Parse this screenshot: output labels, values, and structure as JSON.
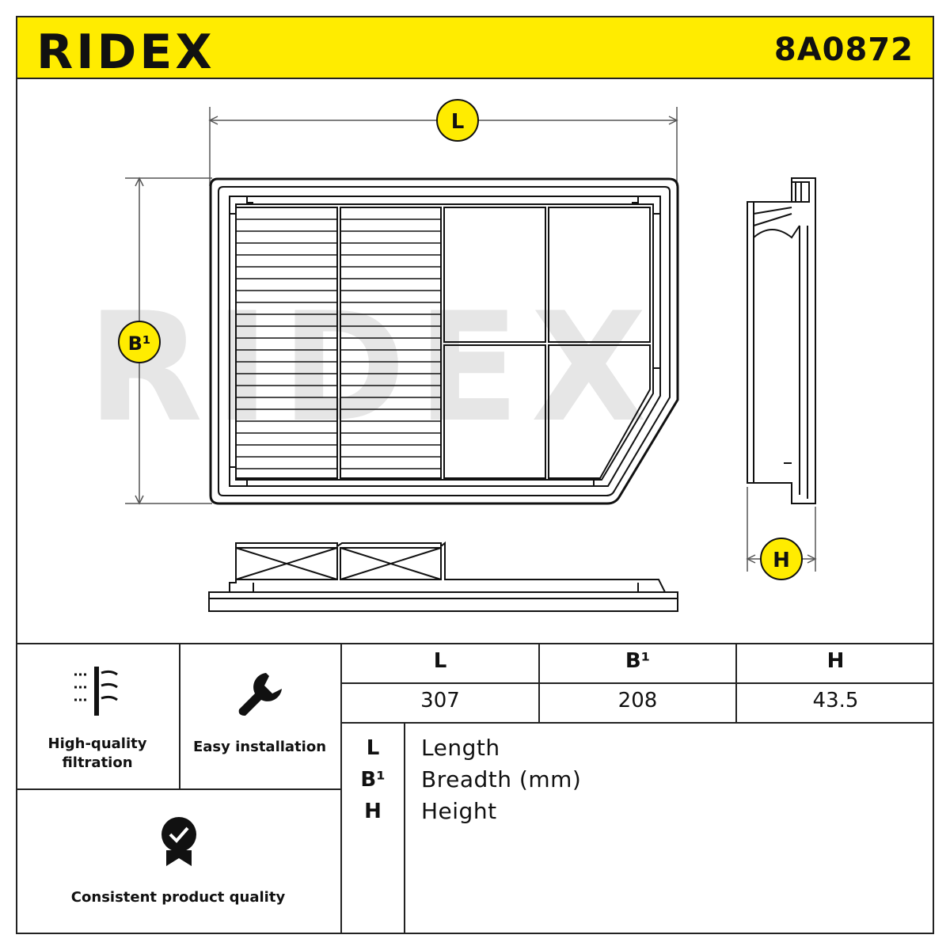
{
  "header": {
    "brand": "RIDEX",
    "part_number": "8A0872",
    "accent_color": "#ffec00"
  },
  "drawing": {
    "dim_labels": {
      "length": "L",
      "breadth": "B¹",
      "height": "H"
    },
    "watermark": "RIDEX"
  },
  "features": [
    {
      "icon": "filtration-icon",
      "label": "High-quality filtration"
    },
    {
      "icon": "wrench-icon",
      "label": "Easy installation"
    },
    {
      "icon": "quality-badge-icon",
      "label": "Consistent product quality"
    }
  ],
  "dimensions_table": {
    "headers": [
      "L",
      "B¹",
      "H"
    ],
    "values": [
      "307",
      "208",
      "43.5"
    ]
  },
  "legend": [
    {
      "key": "L",
      "text": "Length"
    },
    {
      "key": "B¹",
      "text": "Breadth (mm)"
    },
    {
      "key": "H",
      "text": "Height"
    }
  ]
}
